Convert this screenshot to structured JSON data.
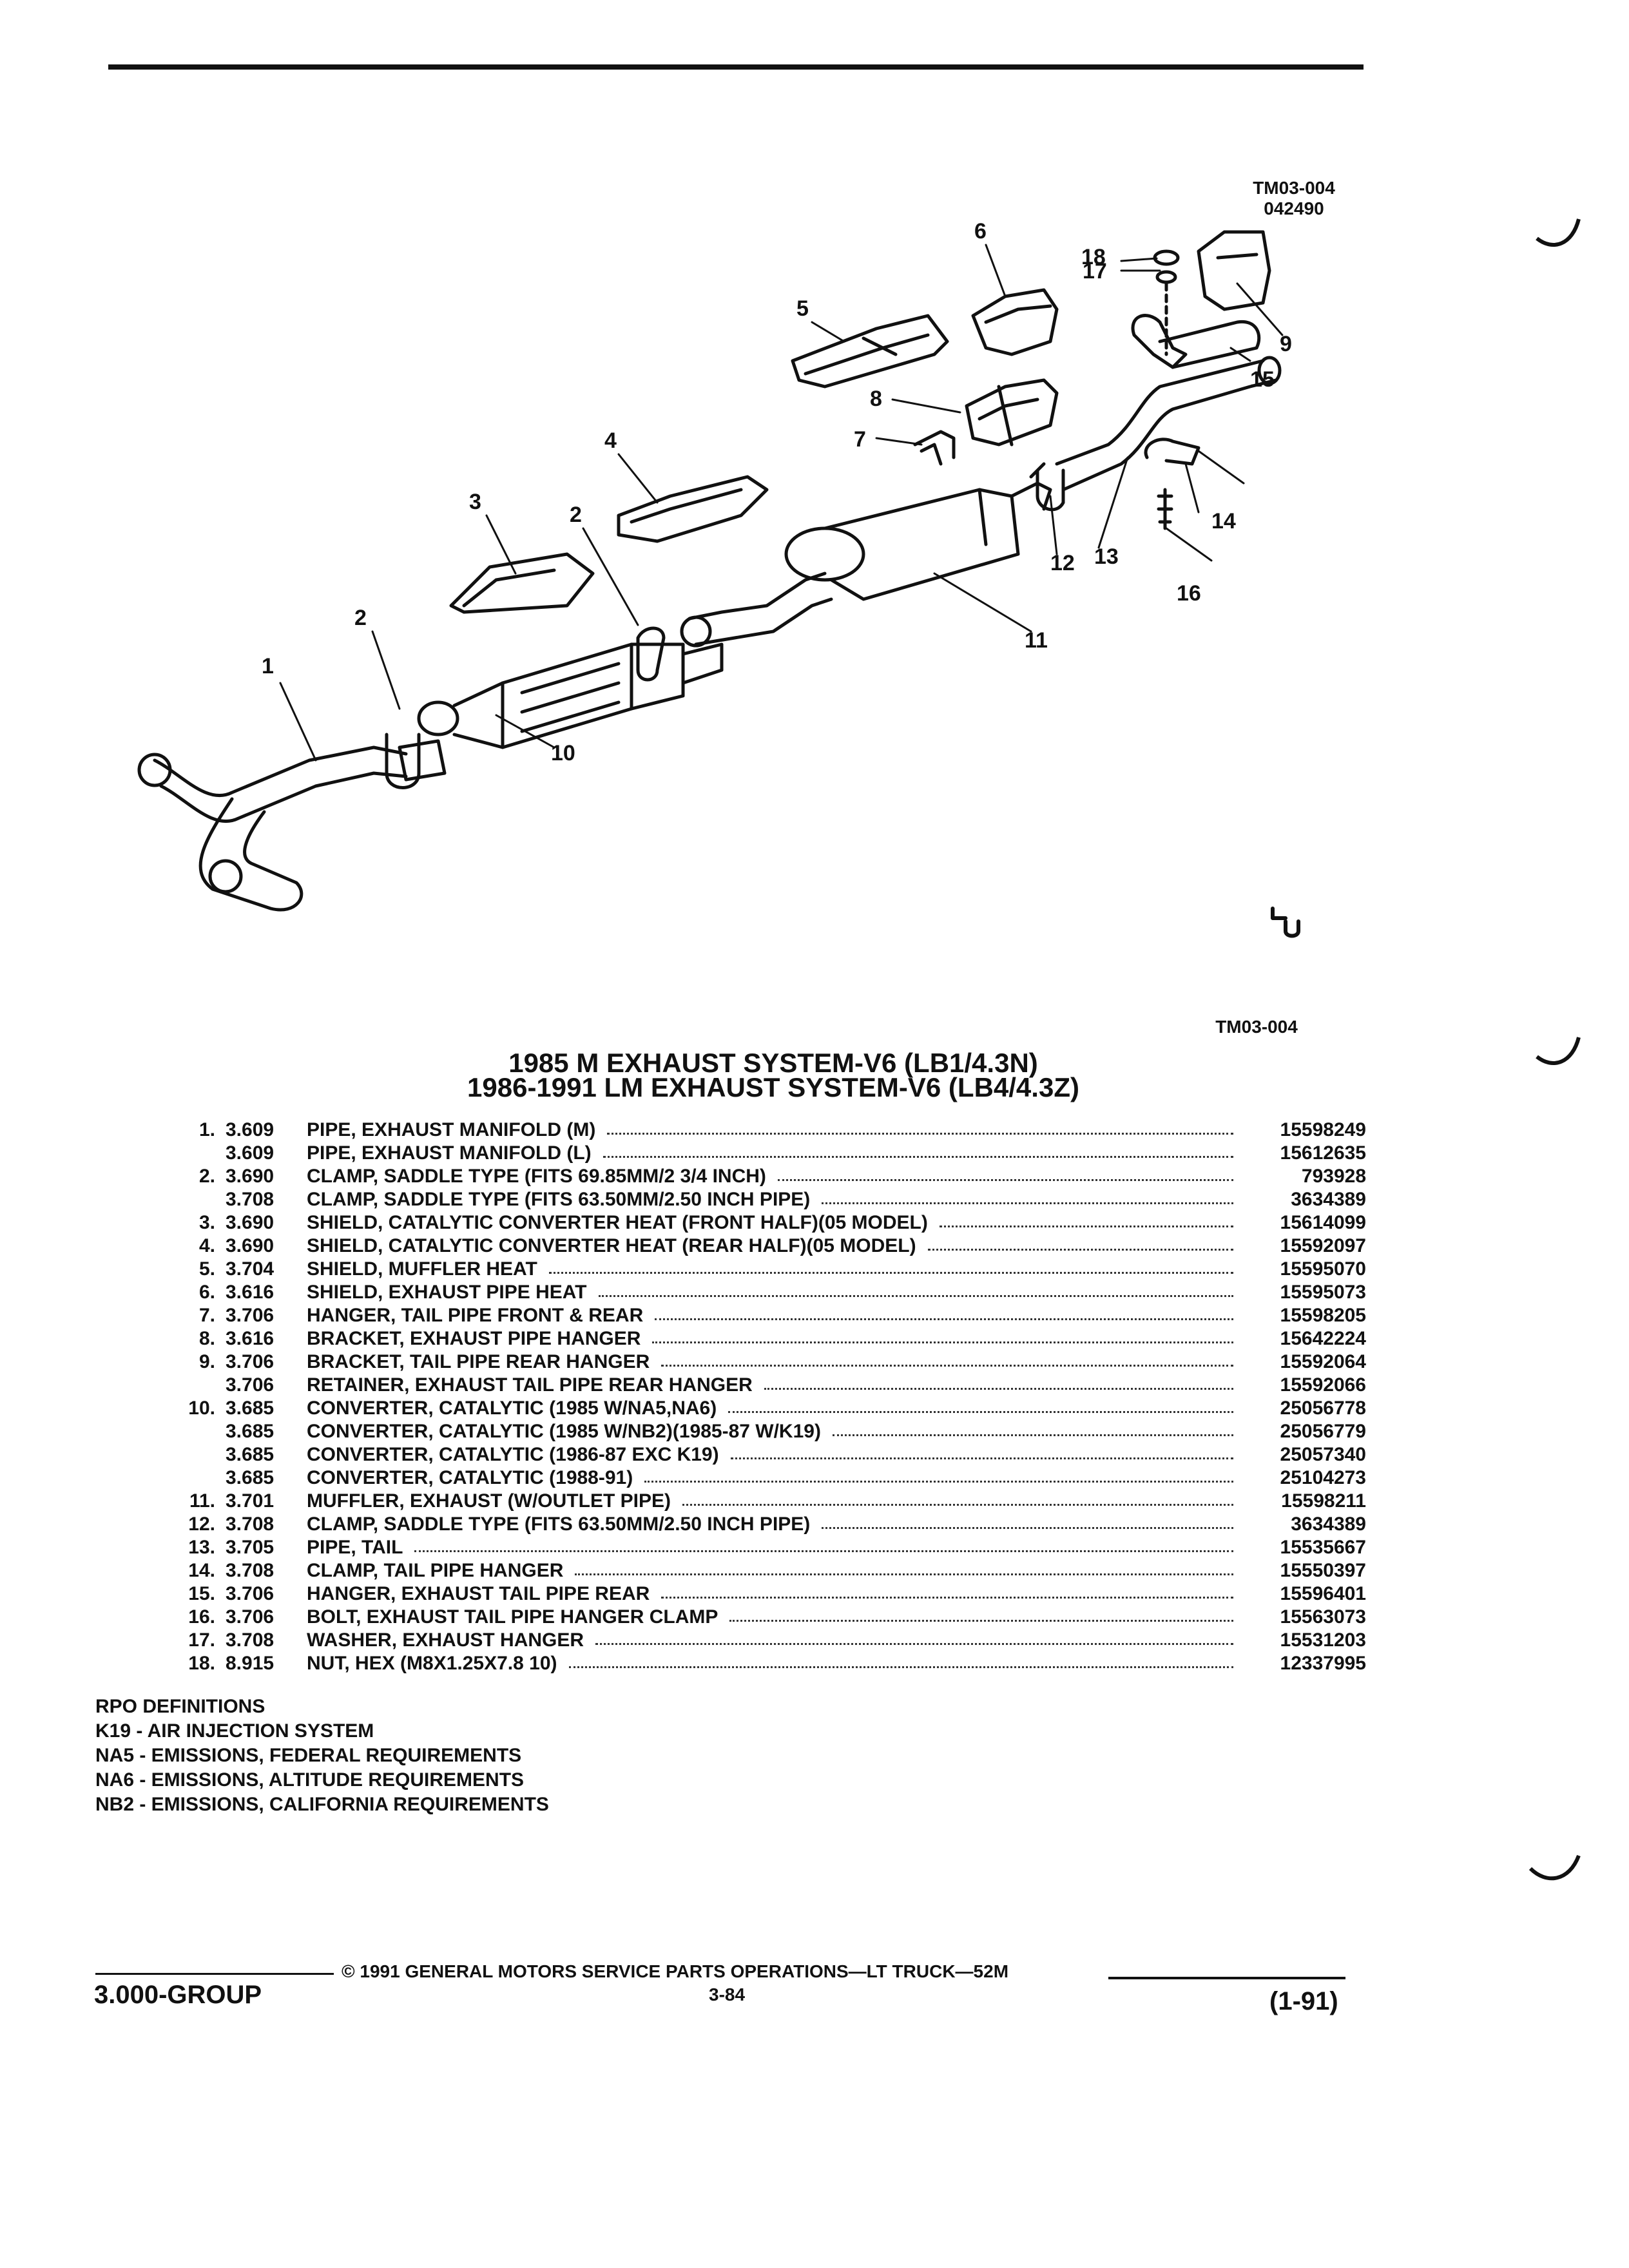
{
  "figure": {
    "code_top": "TM03-004",
    "code_sub": "042490",
    "code_bottom": "TM03-004",
    "callouts": [
      "1",
      "2",
      "2",
      "3",
      "4",
      "5",
      "6",
      "7",
      "8",
      "9",
      "10",
      "11",
      "12",
      "13",
      "14",
      "15",
      "16",
      "17",
      "18"
    ]
  },
  "titles": {
    "line1": "1985 M EXHAUST SYSTEM-V6 (LB1/4.3N)",
    "line2": "1986-1991 LM EXHAUST SYSTEM-V6 (LB4/4.3Z)"
  },
  "parts": [
    {
      "idx": "1.",
      "group": "3.609",
      "name": "PIPE",
      "desc": ", EXHAUST MANIFOLD (M)",
      "pn": "15598249"
    },
    {
      "idx": "",
      "group": "3.609",
      "name": "PIPE",
      "desc": ", EXHAUST MANIFOLD (L)",
      "pn": "15612635"
    },
    {
      "idx": "2.",
      "group": "3.690",
      "name": "CLAMP",
      "desc": ", SADDLE TYPE (FITS 69.85MM/2 3/4 INCH)",
      "pn": "793928"
    },
    {
      "idx": "",
      "group": "3.708",
      "name": "CLAMP",
      "desc": ", SADDLE TYPE (FITS 63.50MM/2.50 INCH PIPE)",
      "pn": "3634389"
    },
    {
      "idx": "3.",
      "group": "3.690",
      "name": "SHIELD",
      "desc": ", CATALYTIC CONVERTER HEAT (FRONT HALF)(05 MODEL)",
      "pn": "15614099"
    },
    {
      "idx": "4.",
      "group": "3.690",
      "name": "SHIELD",
      "desc": ", CATALYTIC CONVERTER HEAT (REAR HALF)(05 MODEL)",
      "pn": "15592097"
    },
    {
      "idx": "5.",
      "group": "3.704",
      "name": "SHIELD",
      "desc": ", MUFFLER HEAT",
      "pn": "15595070"
    },
    {
      "idx": "6.",
      "group": "3.616",
      "name": "SHIELD",
      "desc": ", EXHAUST PIPE HEAT",
      "pn": "15595073"
    },
    {
      "idx": "7.",
      "group": "3.706",
      "name": "HANGER",
      "desc": ", TAIL PIPE FRONT & REAR",
      "pn": "15598205"
    },
    {
      "idx": "8.",
      "group": "3.616",
      "name": "BRACKET",
      "desc": ", EXHAUST PIPE HANGER",
      "pn": "15642224"
    },
    {
      "idx": "9.",
      "group": "3.706",
      "name": "BRACKET",
      "desc": ", TAIL PIPE REAR HANGER",
      "pn": "15592064"
    },
    {
      "idx": "",
      "group": "3.706",
      "name": "RETAINER",
      "desc": ", EXHAUST TAIL PIPE REAR HANGER",
      "pn": "15592066"
    },
    {
      "idx": "10.",
      "group": "3.685",
      "name": "CONVERTER",
      "desc": ", CATALYTIC (1985 W/NA5,NA6)",
      "pn": "25056778"
    },
    {
      "idx": "",
      "group": "3.685",
      "name": "CONVERTER",
      "desc": ", CATALYTIC (1985 W/NB2)(1985-87 W/K19)",
      "pn": "25056779"
    },
    {
      "idx": "",
      "group": "3.685",
      "name": "CONVERTER",
      "desc": ", CATALYTIC (1986-87 EXC K19)",
      "pn": "25057340"
    },
    {
      "idx": "",
      "group": "3.685",
      "name": "CONVERTER",
      "desc": ", CATALYTIC (1988-91)",
      "pn": "25104273"
    },
    {
      "idx": "11.",
      "group": "3.701",
      "name": "MUFFLER",
      "desc": ", EXHAUST (W/OUTLET PIPE)",
      "pn": "15598211"
    },
    {
      "idx": "12.",
      "group": "3.708",
      "name": "CLAMP",
      "desc": ", SADDLE TYPE (FITS 63.50MM/2.50 INCH PIPE)",
      "pn": "3634389"
    },
    {
      "idx": "13.",
      "group": "3.705",
      "name": "PIPE",
      "desc": ", TAIL",
      "pn": "15535667"
    },
    {
      "idx": "14.",
      "group": "3.708",
      "name": "CLAMP",
      "desc": ", TAIL PIPE HANGER",
      "pn": "15550397"
    },
    {
      "idx": "15.",
      "group": "3.706",
      "name": "HANGER",
      "desc": ", EXHAUST TAIL PIPE REAR",
      "pn": "15596401"
    },
    {
      "idx": "16.",
      "group": "3.706",
      "name": "BOLT",
      "desc": ", EXHAUST TAIL PIPE HANGER CLAMP",
      "pn": "15563073"
    },
    {
      "idx": "17.",
      "group": "3.708",
      "name": "WASHER",
      "desc": ", EXHAUST HANGER",
      "pn": "15531203"
    },
    {
      "idx": "18.",
      "group": "8.915",
      "name": "NUT",
      "desc": ", HEX (M8X1.25X7.8 10)",
      "pn": "12337995"
    }
  ],
  "rpo": {
    "heading": "RPO DEFINITIONS",
    "items": [
      "K19 - AIR INJECTION SYSTEM",
      "NA5 - EMISSIONS, FEDERAL REQUIREMENTS",
      "NA6 - EMISSIONS, ALTITUDE REQUIREMENTS",
      "NB2 - EMISSIONS, CALIFORNIA REQUIREMENTS"
    ]
  },
  "footer": {
    "copyright": "© 1991 GENERAL MOTORS SERVICE PARTS OPERATIONS—LT TRUCK—52M",
    "group": "3.000-GROUP",
    "page": "3-84",
    "date": "(1-91)"
  }
}
